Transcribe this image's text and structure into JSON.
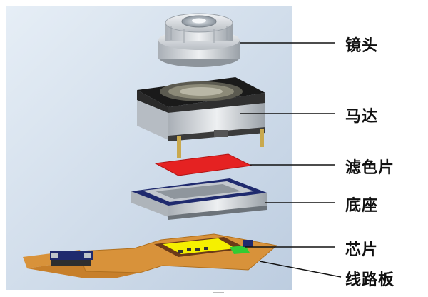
{
  "labels": {
    "lens": "镜头",
    "motor": "马达",
    "filter": "滤色片",
    "holder": "底座",
    "chip": "芯片",
    "pcb": "线路板"
  },
  "colors": {
    "background_panel": "#cfdbe8",
    "filter_red": "#e52222",
    "pcb_orange": "#d8923a",
    "chip_yellow": "#f5f000",
    "chip_green": "#33cc33",
    "holder_blue": "#1f2a6e",
    "motor_black": "#1a1a1a",
    "metal_gray": "#c9cdd2"
  }
}
